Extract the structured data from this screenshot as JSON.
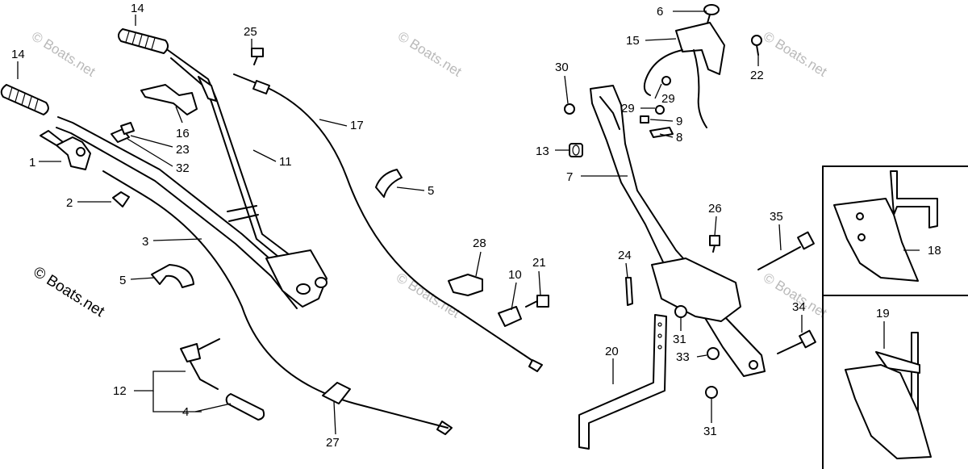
{
  "watermark": {
    "text": "© Boats.net",
    "large_text": "© Boats.net"
  },
  "callouts": [
    {
      "id": "c14a",
      "label": "14"
    },
    {
      "id": "c14b",
      "label": "14"
    },
    {
      "id": "c25",
      "label": "25"
    },
    {
      "id": "c16",
      "label": "16"
    },
    {
      "id": "c23",
      "label": "23"
    },
    {
      "id": "c32",
      "label": "32"
    },
    {
      "id": "c1",
      "label": "1"
    },
    {
      "id": "c11",
      "label": "11"
    },
    {
      "id": "c17",
      "label": "17"
    },
    {
      "id": "c2",
      "label": "2"
    },
    {
      "id": "c5a",
      "label": "5"
    },
    {
      "id": "c3",
      "label": "3"
    },
    {
      "id": "c5b",
      "label": "5"
    },
    {
      "id": "c28",
      "label": "28"
    },
    {
      "id": "c10",
      "label": "10"
    },
    {
      "id": "c21",
      "label": "21"
    },
    {
      "id": "c12",
      "label": "12"
    },
    {
      "id": "c4",
      "label": "4"
    },
    {
      "id": "c27",
      "label": "27"
    },
    {
      "id": "c6",
      "label": "6"
    },
    {
      "id": "c15",
      "label": "15"
    },
    {
      "id": "c22",
      "label": "22"
    },
    {
      "id": "c30",
      "label": "30"
    },
    {
      "id": "c29a",
      "label": "29"
    },
    {
      "id": "c29b",
      "label": "29"
    },
    {
      "id": "c9",
      "label": "9"
    },
    {
      "id": "c8",
      "label": "8"
    },
    {
      "id": "c13",
      "label": "13"
    },
    {
      "id": "c7",
      "label": "7"
    },
    {
      "id": "c26",
      "label": "26"
    },
    {
      "id": "c35",
      "label": "35"
    },
    {
      "id": "c18",
      "label": "18"
    },
    {
      "id": "c24",
      "label": "24"
    },
    {
      "id": "c31a",
      "label": "31"
    },
    {
      "id": "c34",
      "label": "34"
    },
    {
      "id": "c20",
      "label": "20"
    },
    {
      "id": "c33",
      "label": "33"
    },
    {
      "id": "c31b",
      "label": "31"
    },
    {
      "id": "c19",
      "label": "19"
    }
  ]
}
